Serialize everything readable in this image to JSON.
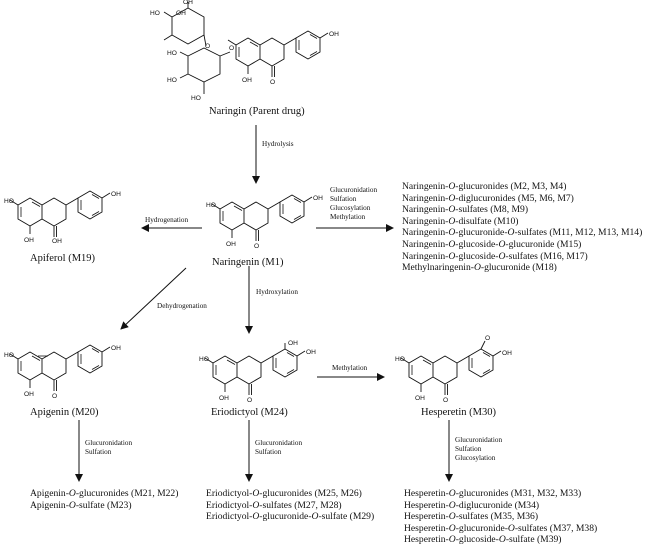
{
  "compounds": {
    "naringin": "Naringin (Parent drug)",
    "naringenin": "Naringenin (M1)",
    "apiferol": "Apiferol (M19)",
    "apigenin": "Apigenin (M20)",
    "eriodictyol": "Eriodictyol (M24)",
    "hesperetin": "Hesperetin (M30)"
  },
  "reactions": {
    "hydrolysis": "Hydrolysis",
    "hydrogenation": "Hydrogenation",
    "dehydrogenation": "Dehydrogenation",
    "hydroxylation": "Hydroxylation",
    "methylation": "Methylation",
    "naringenin_conj": [
      "Glucuronidation",
      "Sulfation",
      "Glucosylation",
      "Methylation"
    ],
    "apigenin_conj": [
      "Glucuronidation",
      "Sulfation"
    ],
    "eriodictyol_conj": [
      "Glucuronidation",
      "Sulfation"
    ],
    "hesperetin_conj": [
      "Glucuronidation",
      "Sulfation",
      "Glucosylation"
    ]
  },
  "metabolites": {
    "naringenin": [
      "Naringenin-O-glucuronides (M2, M3, M4)",
      "Naringenin-O-diglucuronides (M5, M6, M7)",
      "Naringenin-O-sulfates (M8, M9)",
      "Naringenin-O-disulfate (M10)",
      "Naringenin-O-glucuronide-O-sulfates (M11, M12, M13, M14)",
      "Naringenin-O-glucoside-O-glucuronide (M15)",
      "Naringenin-O-glucoside-O-sulfates (M16, M17)",
      "Methylnaringenin-O-glucuronide (M18)"
    ],
    "apigenin": [
      "Apigenin-O-glucuronides (M21, M22)",
      "Apigenin-O-sulfate (M23)"
    ],
    "eriodictyol": [
      "Eriodictyol-O-glucuronides (M25, M26)",
      "Eriodictyol-O-sulfates (M27, M28)",
      "Eriodictyol-O-glucuronide-O-sulfate (M29)"
    ],
    "hesperetin": [
      "Hesperetin-O-glucuronides (M31, M32, M33)",
      "Hesperetin-O-diglucuronide (M34)",
      "Hesperetin-O-sulfates (M35, M36)",
      "Hesperetin-O-glucuronide-O-sulfates (M37, M38)",
      "Hesperetin-O-glucoside-O-sulfate (M39)"
    ]
  },
  "atoms": {
    "hydroxyl": "OH",
    "ho": "HO",
    "oxygen": "O",
    "ring_o": "O"
  }
}
